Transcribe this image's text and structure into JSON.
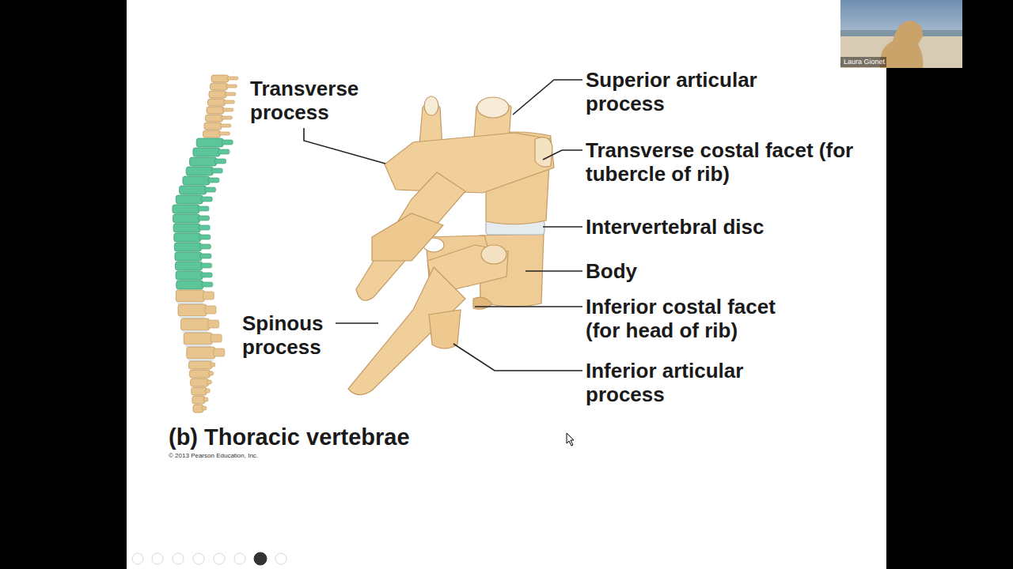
{
  "diagram": {
    "title": "(b) Thoracic vertebrae",
    "labels": [
      "Transverse process",
      "Superior articular process",
      "Transverse costal facet (for tubercle of rib)",
      "Intervertebral disc",
      "Body",
      "Spinous process",
      "Inferior costal facet (for head of rib)",
      "Inferior articular process",
      "© 2013 Pearson Education, Inc.",
      "Laura Gionet"
    ]
  }
}
